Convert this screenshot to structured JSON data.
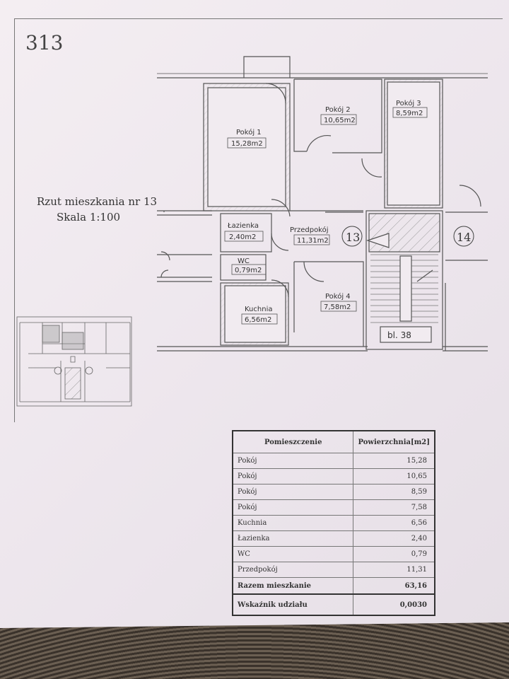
{
  "page_number": "313",
  "title": {
    "line1": "Rzut mieszkania nr 13",
    "line2": "Skala 1:100"
  },
  "plan": {
    "rooms": [
      {
        "name": "Pokój 1",
        "area": "15,28m2"
      },
      {
        "name": "Pokój 2",
        "area": "10,65m2"
      },
      {
        "name": "Pokój 3",
        "area": "8,59m2"
      },
      {
        "name": "Łazienka",
        "area": "2,40m2"
      },
      {
        "name": "Przedpokój",
        "area": "11,31m2"
      },
      {
        "name": "WC",
        "area": "0,79m2"
      },
      {
        "name": "Kuchnia",
        "area": "6,56m2"
      },
      {
        "name": "Pokój 4",
        "area": "7,58m2"
      }
    ],
    "flat_markers": [
      "13",
      "14"
    ],
    "block_label": "bl. 38"
  },
  "table": {
    "headers": [
      "Pomieszczenie",
      "Powierzchnia[m2]"
    ],
    "rows": [
      {
        "name": "Pokój",
        "value": "15,28"
      },
      {
        "name": "Pokój",
        "value": "10,65"
      },
      {
        "name": "Pokój",
        "value": "8,59"
      },
      {
        "name": "Pokój",
        "value": "7,58"
      },
      {
        "name": "Kuchnia",
        "value": "6,56"
      },
      {
        "name": "Łazienka",
        "value": "2,40"
      },
      {
        "name": "WC",
        "value": "0,79"
      },
      {
        "name": "Przedpokój",
        "value": "11,31"
      }
    ],
    "total": {
      "name": "Razem mieszkanie",
      "value": "63,16"
    },
    "share": {
      "name": "Wskaźnik udziału",
      "value": "0,0030"
    }
  }
}
